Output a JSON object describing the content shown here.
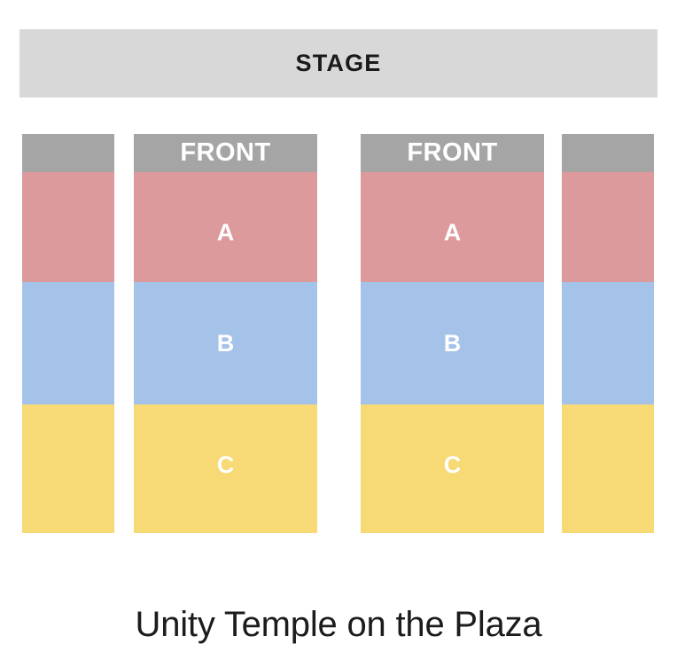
{
  "stage": {
    "label": "STAGE",
    "bg_color": "#d8d8d8",
    "text_color": "#1a1a1a"
  },
  "legend_colors": {
    "front_band": "#a5a5a5",
    "tier_a": "#dd9a9c",
    "tier_b": "#a5c3e8",
    "tier_c": "#f7d975",
    "label_text": "#ffffff",
    "page_background": "#ffffff"
  },
  "tiers": [
    {
      "key": "front",
      "label": "FRONT",
      "color": "#a5a5a5"
    },
    {
      "key": "a",
      "label": "A",
      "color": "#dd9a9c"
    },
    {
      "key": "b",
      "label": "B",
      "color": "#a5c3e8"
    },
    {
      "key": "c",
      "label": "C",
      "color": "#f7d975"
    }
  ],
  "sections": [
    {
      "id": "left-outer",
      "clipped": true,
      "front_label": "",
      "tier_a_label": "",
      "tier_b_label": "",
      "tier_c_label": ""
    },
    {
      "id": "left-main",
      "clipped": false,
      "front_label": "FRONT",
      "tier_a_label": "A",
      "tier_b_label": "B",
      "tier_c_label": "C"
    },
    {
      "id": "right-main",
      "clipped": false,
      "front_label": "FRONT",
      "tier_a_label": "A",
      "tier_b_label": "B",
      "tier_c_label": "C"
    },
    {
      "id": "right-outer",
      "clipped": true,
      "front_label": "",
      "tier_a_label": "",
      "tier_b_label": "",
      "tier_c_label": ""
    }
  ],
  "caption": {
    "venue_name": "Unity Temple on the Plaza"
  }
}
